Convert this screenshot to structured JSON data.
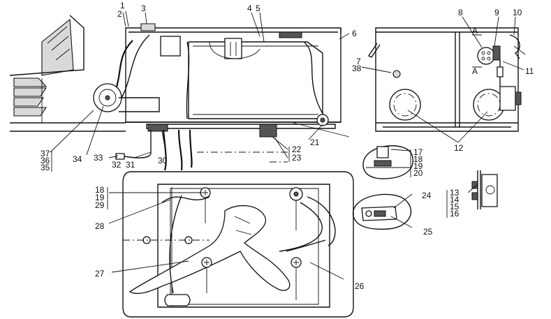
{
  "callouts": {
    "c1": "1",
    "c2": "2",
    "c3": "3",
    "c4": "4",
    "c5": "5",
    "c6": "6",
    "c7": "7",
    "c38": "38",
    "c8": "8",
    "c9": "9",
    "c10": "10",
    "c11": "11",
    "c12": "12",
    "c13": "13",
    "c14": "14",
    "c15": "15",
    "c16": "16",
    "c17": "17",
    "c18a": "18",
    "c19a": "19",
    "c20": "20",
    "c21": "21",
    "c22": "22",
    "c23": "23",
    "c24": "24",
    "c25": "25",
    "c26": "26",
    "c27": "27",
    "c28": "28",
    "c18b": "18",
    "c19b": "19",
    "c29": "29",
    "c30": "30",
    "c31": "31",
    "c32": "32",
    "c33": "33",
    "c34": "34",
    "c35": "35",
    "c36": "36",
    "c37": "37"
  },
  "section_marks": {
    "a_top": "A",
    "a_bottom": "A"
  }
}
